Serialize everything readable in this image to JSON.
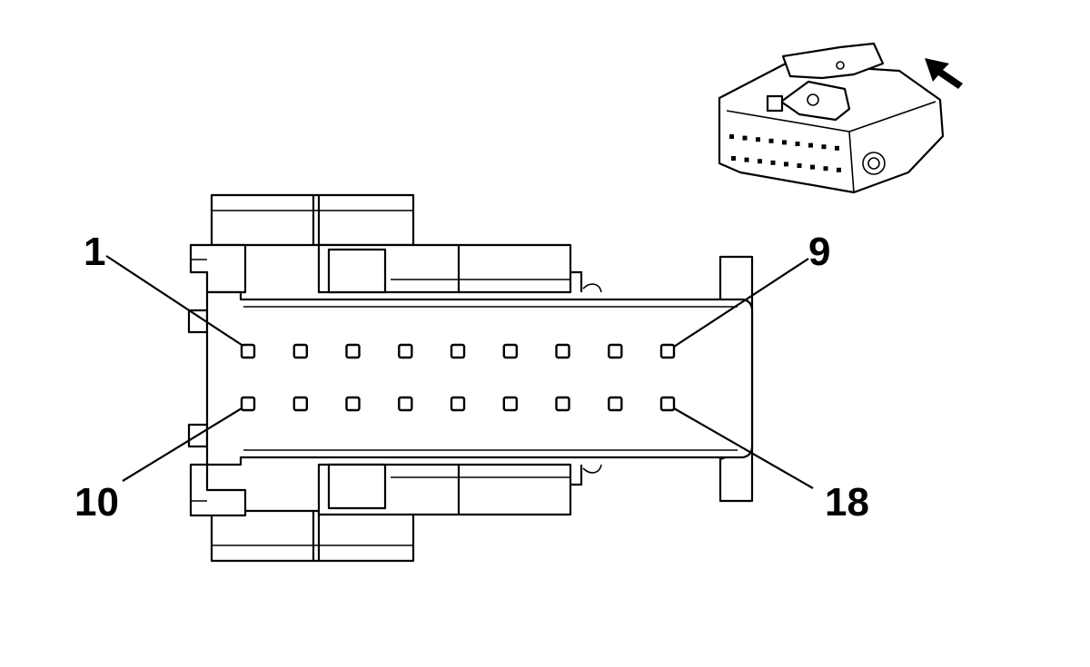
{
  "diagram": {
    "pin_labels": {
      "top_left": "1",
      "top_right": "9",
      "bottom_left": "10",
      "bottom_right": "18"
    },
    "rows": [
      {
        "first_pin": 1,
        "last_pin": 9,
        "count": 9
      },
      {
        "first_pin": 10,
        "last_pin": 18,
        "count": 9
      }
    ],
    "line_color": "#000000",
    "background_color": "#ffffff",
    "view_indicator": "arrow-icon"
  }
}
